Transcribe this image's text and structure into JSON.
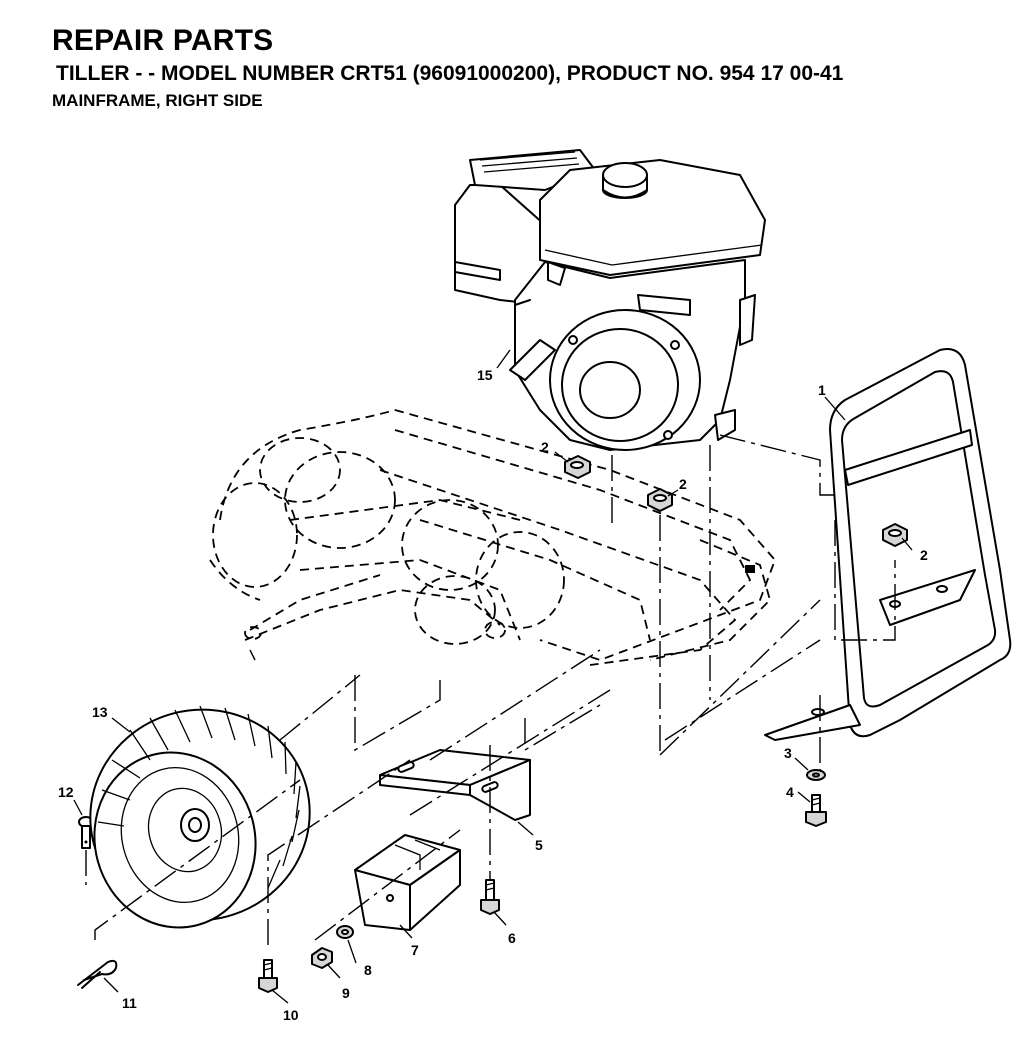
{
  "header": {
    "title": "REPAIR PARTS",
    "subtitle": "TILLER - - MODEL NUMBER CRT51 (96091000200), PRODUCT NO. 954 17 00-41",
    "section": "MAINFRAME, RIGHT SIDE"
  },
  "callouts": {
    "c1": "1",
    "c2a": "2",
    "c2b": "2",
    "c2c": "2",
    "c3": "3",
    "c4": "4",
    "c5": "5",
    "c6": "6",
    "c7": "7",
    "c8": "8",
    "c9": "9",
    "c10": "10",
    "c11": "11",
    "c12": "12",
    "c13": "13",
    "c15": "15"
  }
}
